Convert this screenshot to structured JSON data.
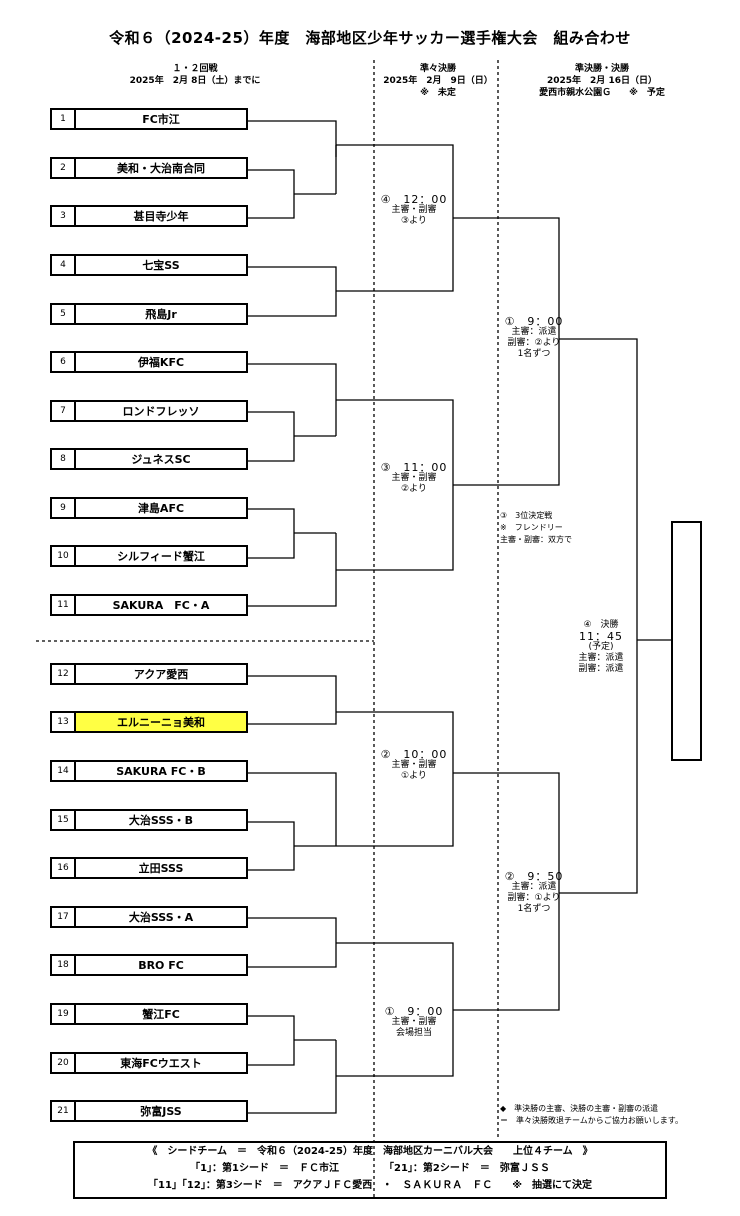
{
  "title": "令和６（2024-25）年度　海部地区少年サッカー選手権大会　組み合わせ",
  "rounds": {
    "r1": {
      "name": "１・２回戦",
      "date": "2025年　2月 8日（土）までに"
    },
    "qf": {
      "name": "準々決勝",
      "date": "2025年　2月　9日（日）",
      "venue": "※　未定"
    },
    "sf": {
      "name": "準決勝・決勝",
      "date": "2025年　2月 16日（日）",
      "venue": "愛西市親水公園Ｇ　　※　予定"
    }
  },
  "teams": [
    {
      "num": "1",
      "name": "FC市江"
    },
    {
      "num": "2",
      "name": "美和・大治南合同"
    },
    {
      "num": "3",
      "name": "甚目寺少年"
    },
    {
      "num": "4",
      "name": "七宝SS"
    },
    {
      "num": "5",
      "name": "飛島Jr"
    },
    {
      "num": "6",
      "name": "伊福KFC"
    },
    {
      "num": "7",
      "name": "ロンドフレッソ"
    },
    {
      "num": "8",
      "name": "ジュネスSC"
    },
    {
      "num": "9",
      "name": "津島AFC"
    },
    {
      "num": "10",
      "name": "シルフィード蟹江"
    },
    {
      "num": "11",
      "name": "SAKURA　FC・A"
    },
    {
      "num": "12",
      "name": "アクア愛西"
    },
    {
      "num": "13",
      "name": "エルニーニョ美和",
      "highlight": true
    },
    {
      "num": "14",
      "name": "SAKURA FC・B"
    },
    {
      "num": "15",
      "name": "大治SSS・B"
    },
    {
      "num": "16",
      "name": "立田SSS"
    },
    {
      "num": "17",
      "name": "大治SSS・A"
    },
    {
      "num": "18",
      "name": "BRO FC"
    },
    {
      "num": "19",
      "name": "蟹江FC"
    },
    {
      "num": "20",
      "name": "東海FCウエスト"
    },
    {
      "num": "21",
      "name": "弥富JSS"
    }
  ],
  "qf_matches": [
    {
      "id": "m4",
      "label": "④　12：00",
      "ref": "主審・副審",
      "note": "③より"
    },
    {
      "id": "m3",
      "label": "③　11：00",
      "ref": "主審・副審",
      "note": "②より"
    },
    {
      "id": "m2",
      "label": "②　10：00",
      "ref": "主審・副審",
      "note": "①より"
    },
    {
      "id": "m1",
      "label": "①　9：00",
      "ref": "主審・副審",
      "note": "会場担当"
    }
  ],
  "sf_matches": [
    {
      "id": "s1",
      "label": "①　9：00",
      "ref1": "主審：派遣",
      "ref2": "副審：②より",
      "ref3": "1名ずつ"
    },
    {
      "id": "s2",
      "label": "②　9：50",
      "ref1": "主審：派遣",
      "ref2": "副審：①より",
      "ref3": "1名ずつ"
    }
  ],
  "third_place": {
    "line1": "③　3位決定戦",
    "line2": "※　フレンドリー",
    "line3": "主審・副審：双方で"
  },
  "final": {
    "line1": "④　決勝",
    "line2": "11：45",
    "line3": "(予定)",
    "line4": "主審：派遣",
    "line5": "副審：派遣"
  },
  "notes": {
    "line1": "◆　準決勝の主審、決勝の主審・副審の派遣",
    "line2": "＝　準々決勝敗退チームからご協力お願いします。"
  },
  "seed_box": {
    "line1": "《　シードチーム　＝　令和６（2024-25）年度　海部地区カーニバル大会　　上位４チーム　》",
    "line2": "「1」：第1シード　＝　ＦＣ市江　　　　　「21」：第2シード　＝　弥富ＪＳＳ",
    "line3": "「11」「12」：第3シード　＝　アクアＪＦＣ愛西　・　ＳＡＫＵＲＡ　ＦＣ　　※　抽選にて決定"
  },
  "colors": {
    "highlight": "#ffff44",
    "line": "#000000"
  }
}
